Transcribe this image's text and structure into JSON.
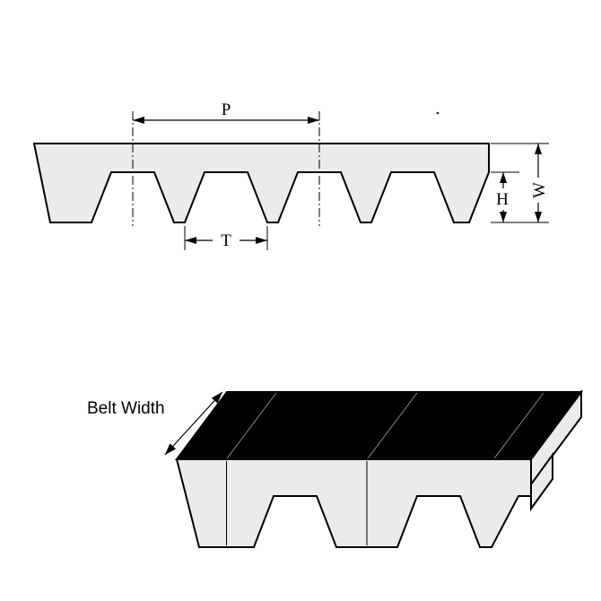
{
  "diagram": {
    "cross_section": {
      "pitch_label": "P",
      "tooth_label": "T",
      "height_label": "H",
      "width_label": "W"
    },
    "perspective": {
      "belt_width_label": "Belt Width"
    },
    "colors": {
      "belt_fill": "#ebebeb",
      "top_face": "#000000",
      "outline": "#000000",
      "background": "#ffffff"
    }
  }
}
